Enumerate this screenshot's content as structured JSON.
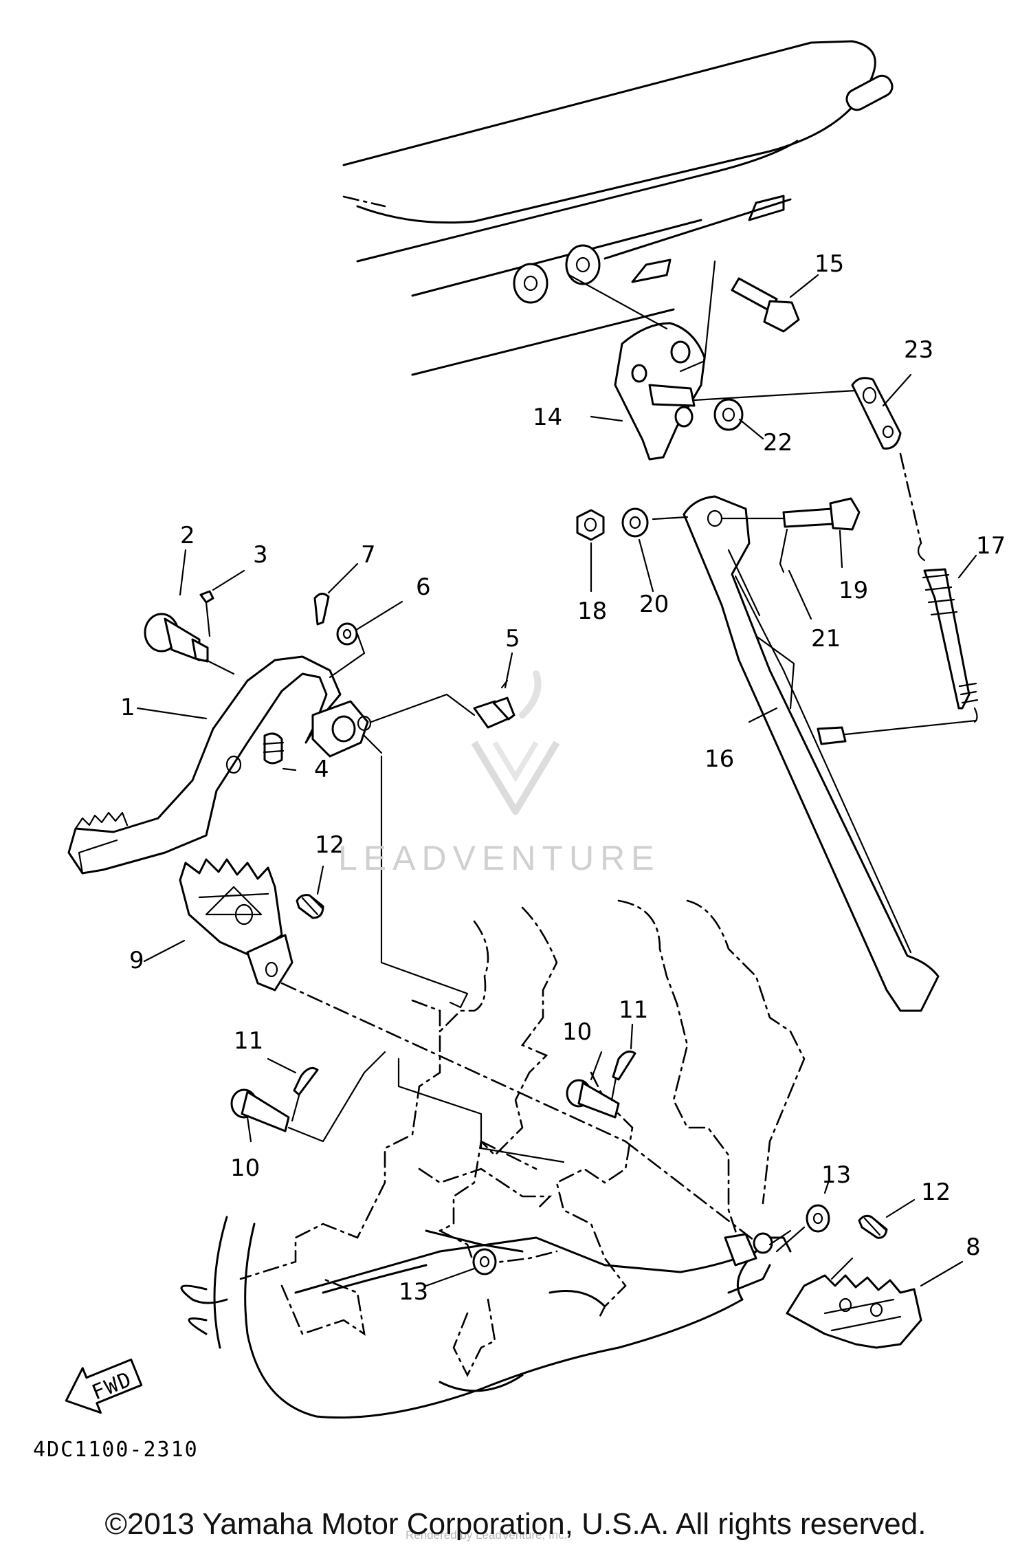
{
  "diagram": {
    "part_code": "4DC1100-2310",
    "fwd_label": "FWD",
    "callouts": [
      "1",
      "2",
      "3",
      "4",
      "5",
      "6",
      "7",
      "8",
      "9",
      "10",
      "10",
      "11",
      "11",
      "12",
      "12",
      "13",
      "13",
      "14",
      "15",
      "16",
      "17",
      "18",
      "19",
      "20",
      "21",
      "22",
      "23"
    ]
  },
  "watermark": {
    "brand": "LEADVENTURE",
    "rendered_by": "Rendered by LeadVenture, Inc."
  },
  "footer": {
    "copyright": "©2013 Yamaha Motor Corporation, U.S.A. All rights reserved."
  }
}
